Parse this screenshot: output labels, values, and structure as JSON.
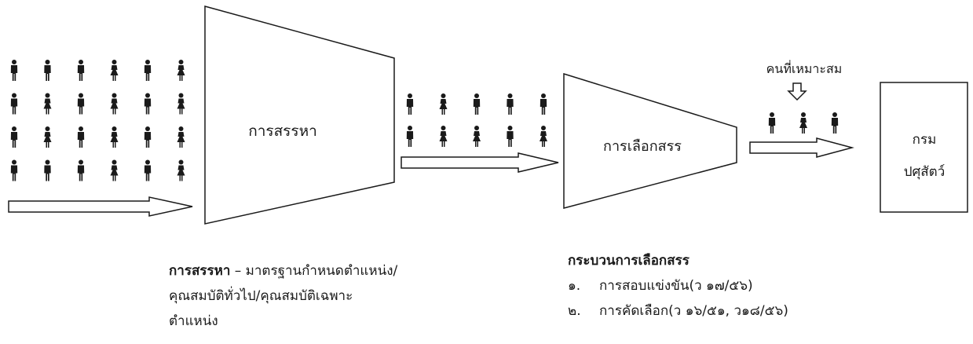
{
  "stages": {
    "recruit_label": "การสรรหา",
    "select_label": "การเลือกสรร",
    "suitable_label": "คนที่เหมาะสม",
    "department_line1": "กรม",
    "department_line2": "ปศุสัตว์"
  },
  "people_groups": [
    {
      "rows": [
        [
          "m",
          "m",
          "m",
          "f",
          "m",
          "f"
        ],
        [
          "m",
          "f",
          "m",
          "f",
          "m",
          "f"
        ],
        [
          "m",
          "f",
          "m",
          "f",
          "m",
          "f"
        ],
        [
          "m",
          "m",
          "m",
          "f",
          "m",
          "f"
        ]
      ]
    },
    {
      "rows": [
        [
          "m",
          "f",
          "m",
          "m",
          "m"
        ],
        [
          "m",
          "f",
          "f",
          "m",
          "f"
        ]
      ]
    },
    {
      "rows": [
        [
          "m",
          "f",
          "m"
        ]
      ]
    }
  ],
  "recruit_caption": {
    "title": "การสรรหา",
    "line1_rest": " – มาตรฐานกำหนดตำแหน่ง/",
    "line2": "คุณสมบัติทั่วไป/คุณสมบัติเฉพาะ",
    "line3": "ตำแหน่ง"
  },
  "select_caption": {
    "title": "กระบวนการเลือกสรร",
    "items": [
      {
        "num": "๑.",
        "text": "การสอบแข่งขัน(ว ๑๗/๕๖)"
      },
      {
        "num": "๒.",
        "text": "การคัดเลือก(ว ๑๖/๕๑, ว๑๘/๕๖)"
      }
    ]
  },
  "colors": {
    "ink": "#1a1a1a",
    "background": "#ffffff"
  }
}
